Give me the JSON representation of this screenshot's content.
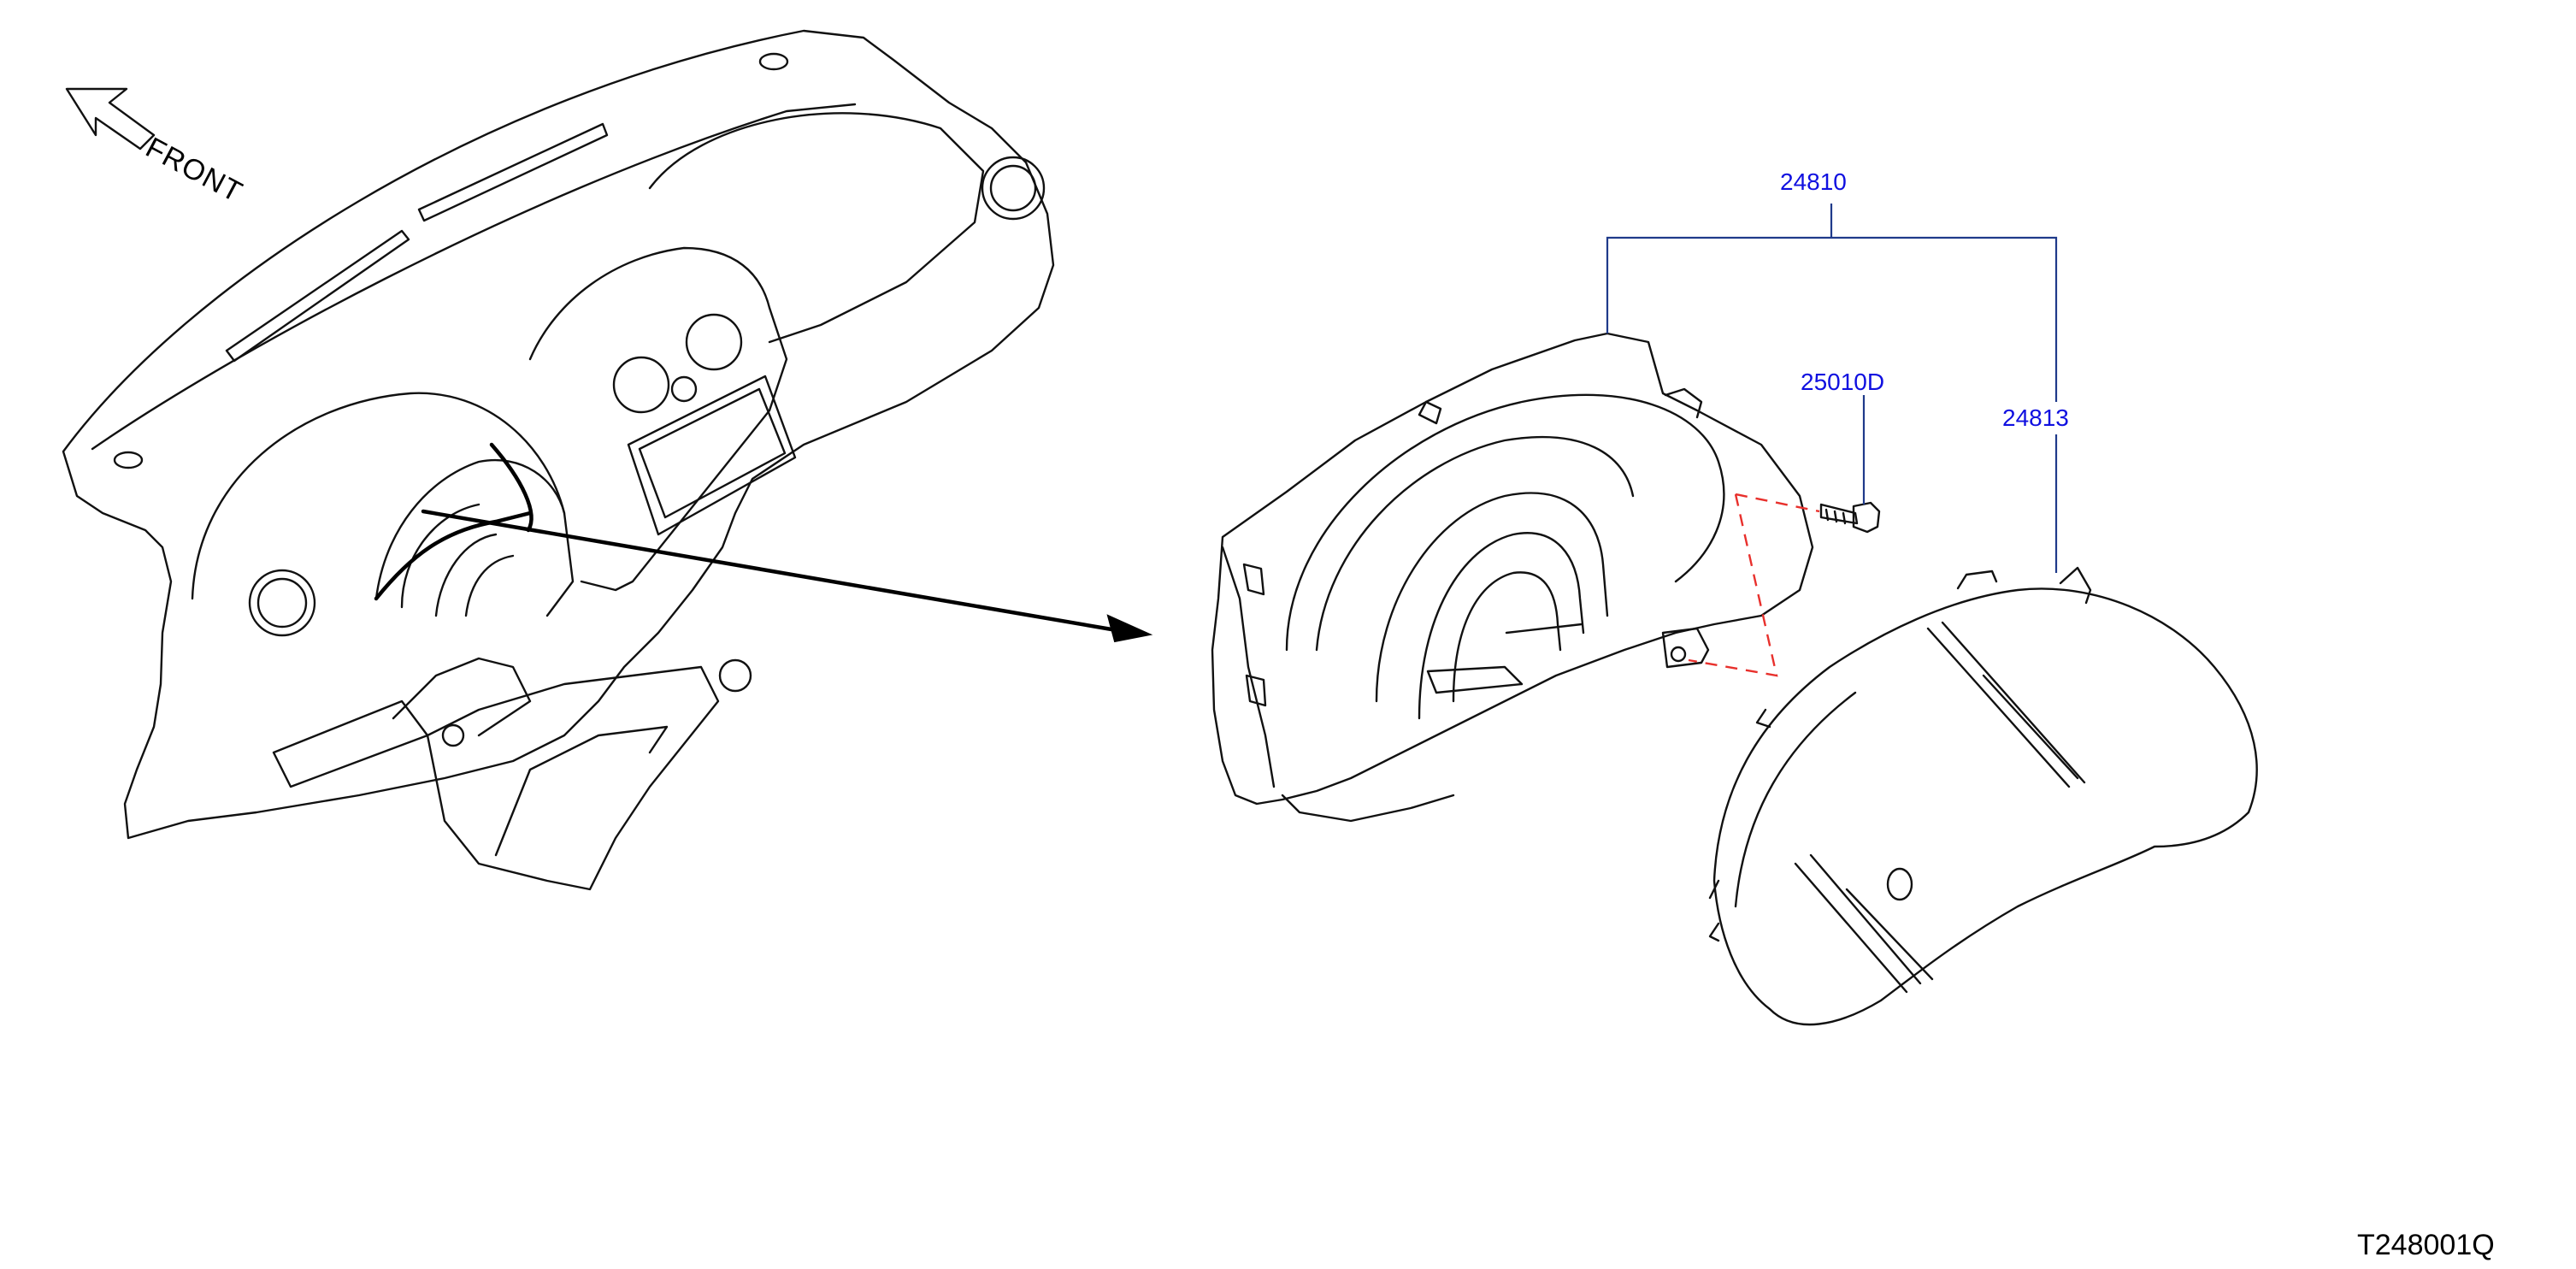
{
  "orientation": {
    "label": "FRONT",
    "icon": "front-direction-arrow-icon"
  },
  "callouts": [
    {
      "id": "cluster-assembly",
      "label": "24810"
    },
    {
      "id": "screw",
      "label": "25010D"
    },
    {
      "id": "cover",
      "label": "24813"
    }
  ],
  "diagram_code": "T248001Q",
  "colors": {
    "callout_text": "#1010e0",
    "leader_line": "#1f3a8a",
    "dashed_guide": "#e8302c",
    "linework": "#111111"
  }
}
